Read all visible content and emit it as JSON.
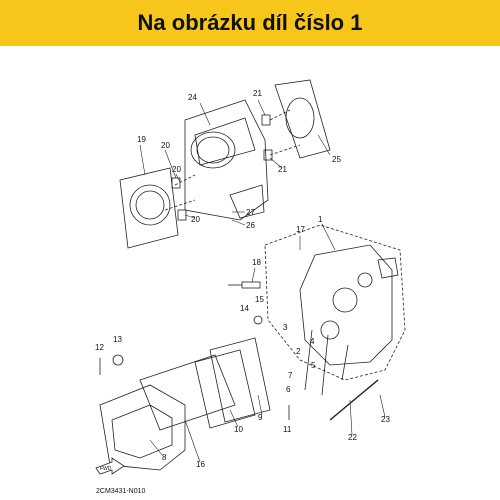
{
  "banner": {
    "text": "Na obrázku díl číslo 1",
    "background": "#f7c61b"
  },
  "diagram": {
    "part_labels": [
      "1",
      "2",
      "3",
      "4",
      "5",
      "6",
      "7",
      "8",
      "9",
      "10",
      "11",
      "12",
      "13",
      "14",
      "15",
      "16",
      "17",
      "18",
      "19",
      "20",
      "20",
      "20",
      "21",
      "21",
      "22",
      "23",
      "24",
      "25",
      "26",
      "27"
    ],
    "fwd_label": "FWD",
    "drawing_code": "2CM3431-N010"
  }
}
